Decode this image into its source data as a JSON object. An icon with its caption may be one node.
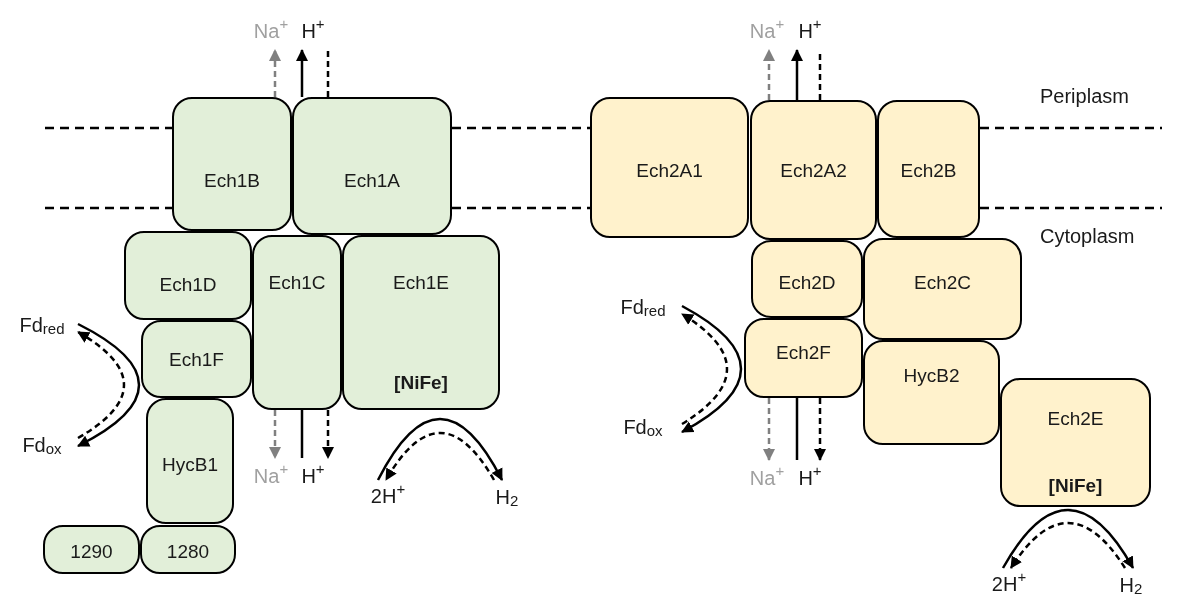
{
  "diagram": {
    "nodes": [
      {
        "text": [
          "Na$^{+}$"
        ]
      },
      {
        "text": [
          "H$^{+}$"
        ]
      },
      {
        "text": [
          "Na$^{+}$"
        ]
      },
      {
        "text": [
          "H$^{+}$"
        ]
      },
      {
        "text": [
          "Ech1B"
        ]
      },
      {
        "text": [
          "Ech1A"
        ]
      },
      {
        "text": [
          "Ech2A1"
        ]
      },
      {
        "text": [
          "Ech2A2"
        ]
      },
      {
        "text": [
          "Ech2B"
        ]
      },
      {
        "text": [
          "Ech1D"
        ]
      },
      {
        "text": [
          "Ech1C"
        ]
      },
      {
        "text": [
          "Ech1E",
          "[NiFe]"
        ]
      },
      {
        "text": [
          "Ech2D"
        ]
      },
      {
        "text": [
          "Ech2C"
        ]
      },
      {
        "text": [
          "Fd$_{red}$"
        ]
      },
      {
        "text": [
          "Ech1F"
        ]
      },
      {
        "text": [
          "Fd$_{red}$"
        ]
      },
      {
        "text": [
          "Ech2F"
        ]
      },
      {
        "text": [
          "HycB2"
        ]
      },
      {
        "text": [
          "Fd$_{ox}$"
        ]
      },
      {
        "text": [
          "HycB1"
        ]
      },
      {
        "text": [
          "Ech2E",
          "[NiFe]"
        ]
      },
      {
        "text": [
          "Fd$_{ox}$"
        ]
      },
      {
        "text": [
          "Na$^{+}$"
        ]
      },
      {
        "text": [
          "H$^{+}$"
        ]
      },
      {
        "text": [
          "2H$^{+}$"
        ]
      },
      {
        "text": [
          "H$_{2}$"
        ]
      },
      {
        "text": [
          "Na$^{+}$"
        ]
      },
      {
        "text": [
          "H$^{+}$"
        ]
      },
      {
        "text": [
          "1290"
        ]
      },
      {
        "text": [
          "1280"
        ]
      },
      {
        "text": [
          "2H$^{+}$"
        ]
      },
      {
        "text": [
          "H$_{2}$"
        ]
      }
    ],
    "edges": [
      {
        "from": 4,
        "to": 0,
        "arrow": "to",
        "style": "dashed",
        "color": "#808080"
      },
      {
        "from": 5,
        "to": 1,
        "arrow": "to"
      },
      {
        "from": 5,
        "to": 1,
        "arrow": "none",
        "style": "dashed"
      },
      {
        "from": 7,
        "to": 2,
        "arrow": "to",
        "style": "dashed",
        "color": "#808080"
      },
      {
        "from": 7,
        "to": 3,
        "arrow": "to"
      },
      {
        "from": 7,
        "to": 3,
        "arrow": "none",
        "style": "dashed"
      },
      {
        "from": 14,
        "to": 19,
        "arrow": "to"
      },
      {
        "from": 19,
        "to": 14,
        "arrow": "to",
        "style": "dashed"
      },
      {
        "from": 16,
        "to": 22,
        "arrow": "to"
      },
      {
        "from": 22,
        "to": 16,
        "arrow": "to",
        "style": "dashed"
      },
      {
        "from": 10,
        "to": 23,
        "arrow": "to",
        "style": "dashed",
        "color": "#808080"
      },
      {
        "from": 10,
        "to": 24,
        "arrow": "none"
      },
      {
        "from": 10,
        "to": 24,
        "arrow": "to",
        "style": "dashed"
      },
      {
        "from": 17,
        "to": 27,
        "arrow": "to",
        "style": "dashed",
        "color": "#808080"
      },
      {
        "from": 17,
        "to": 28,
        "arrow": "none"
      },
      {
        "from": 17,
        "to": 28,
        "arrow": "to",
        "style": "dashed"
      },
      {
        "from": 25,
        "to": 26,
        "arrow": "to"
      },
      {
        "from": 26,
        "to": 25,
        "arrow": "to",
        "style": "dashed"
      },
      {
        "from": 31,
        "to": 32,
        "arrow": "to"
      },
      {
        "from": 32,
        "to": 31,
        "arrow": "to",
        "style": "dashed"
      }
    ],
    "labels": [
      "Periplasm",
      "Cytoplasm"
    ]
  }
}
